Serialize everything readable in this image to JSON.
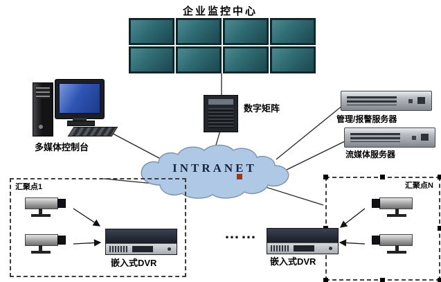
{
  "title": "企业监控中心",
  "cloud": {
    "label": "INTRANET"
  },
  "labels": {
    "console": "多媒体控制台",
    "matrix": "数字矩阵",
    "mgmt_server": "管理/报警服务器",
    "stream_server": "流媒体服务器"
  },
  "video_wall": {
    "count": 8,
    "rows": 2,
    "cols": 4
  },
  "site1": {
    "label": "汇聚点1",
    "dvr": "嵌入式DVR",
    "camera_count": 2
  },
  "siteN": {
    "label": "汇聚点N",
    "dvr": "嵌入式DVR",
    "camera_count": 2
  },
  "ellipsis": "……",
  "colors": {
    "monitor_screen": "#2f6a72",
    "cloud_fill": "#aec8e6",
    "cloud_stroke": "#8095aa",
    "crt_screen": "#2f55b4",
    "cloud_marker": "#97371f"
  }
}
